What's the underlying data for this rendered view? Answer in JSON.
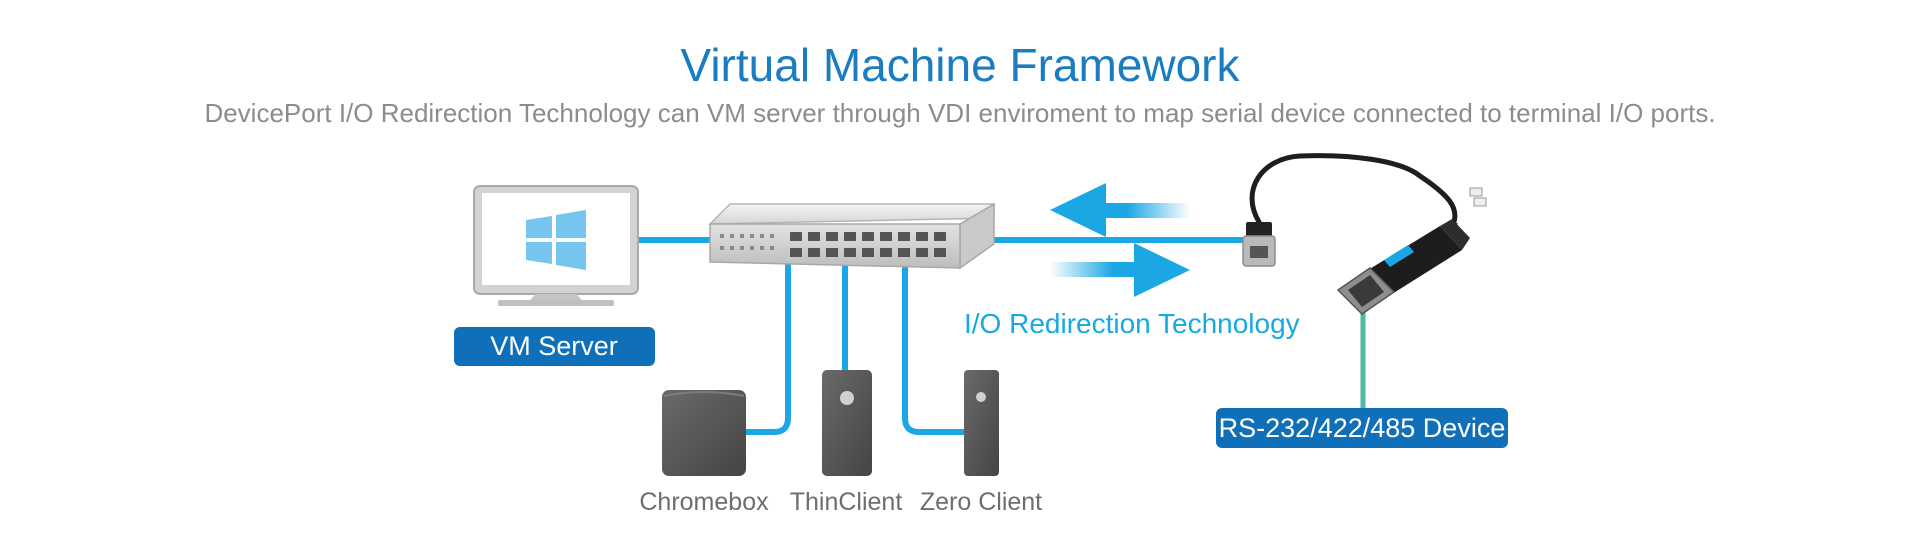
{
  "header": {
    "title": "Virtual Machine Framework",
    "subtitle": "DevicePort I/O Redirection Technology can VM server through VDI enviroment to map serial device connected to terminal I/O ports."
  },
  "labels": {
    "vm_server": "VM Server",
    "chromebox": "Chromebox",
    "thinclient": "ThinClient",
    "zero_client": "Zero Client",
    "redirection": "I/O Redirection Technology",
    "serial_device": "RS-232/422/485 Device"
  },
  "colors": {
    "title": "#1a7dc1",
    "subtitle": "#8c8c8c",
    "cable_blue": "#1aa7e3",
    "label_box": "#0f6fb8",
    "device_gray": "#555555",
    "serial_cable": "#4fb7a6"
  },
  "icons": [
    "windows-logo-icon",
    "monitor-icon",
    "network-switch-icon",
    "ethernet-cable-icon",
    "db9-adapter-icon"
  ]
}
